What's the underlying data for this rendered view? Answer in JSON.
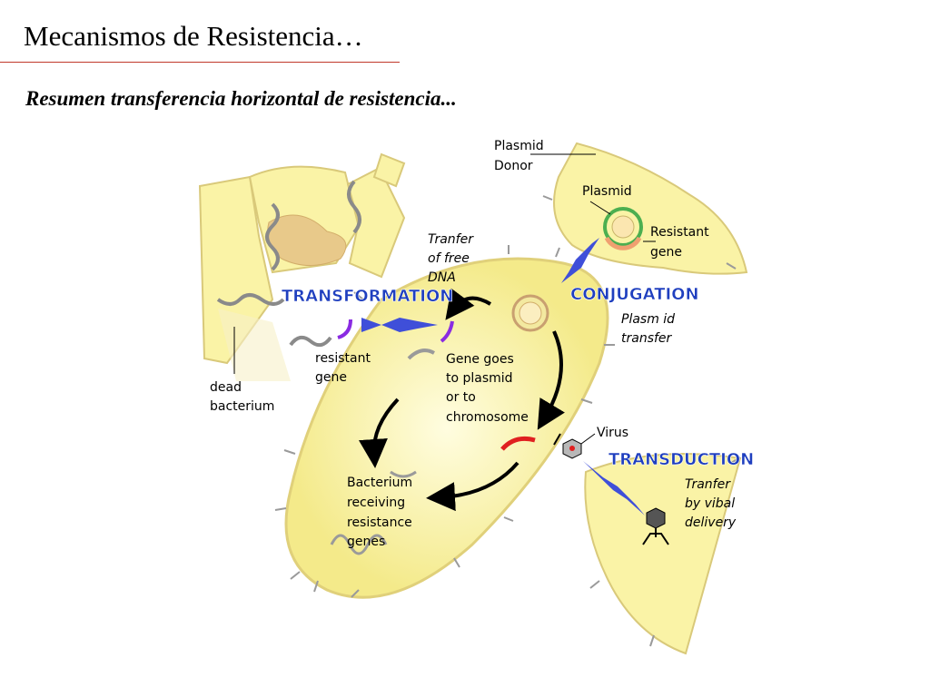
{
  "slide": {
    "title": "Mecanismos de Resistencia…",
    "subtitle": "Resumen transferencia horizontal de resistencia..."
  },
  "diagram": {
    "headings": {
      "transformation": "TRANSFORMATION",
      "conjugation": "CONJUGATION",
      "transduction": "TRANSDUCTION"
    },
    "labels": {
      "plasmid_donor_1": "Plasmid",
      "plasmid_donor_2": "Donor",
      "plasmid": "Plasmid",
      "resistant_gene_top_1": "Resistant",
      "resistant_gene_top_2": "gene",
      "free_dna_1": "Tranfer",
      "free_dna_2": "of free",
      "free_dna_3": "DNA",
      "plasmid_transfer_1": "Plasm id",
      "plasmid_transfer_2": "transfer",
      "resistant_gene_1": "resistant",
      "resistant_gene_2": "gene",
      "dead_bacterium_1": "dead",
      "dead_bacterium_2": "bacterium",
      "gene_goes_1": "Gene goes",
      "gene_goes_2": "to plasmid",
      "gene_goes_3": "or to",
      "gene_goes_4": "chromosome",
      "virus": "Virus",
      "viral_delivery_1": "Tranfer",
      "viral_delivery_2": "by vibal",
      "viral_delivery_3": "delivery",
      "receiving_1": "Bacterium",
      "receiving_2": "receiving",
      "receiving_3": "resistance",
      "receiving_4": "genes"
    },
    "colors": {
      "cell_fill": "#faf3a6",
      "cell_stroke": "#d9c97a",
      "heading_blue": "#1f3fbf",
      "arrow_blue": "#3f4fd9",
      "resistant_gene_purple": "#8a2be2",
      "resistant_gene_red": "#e02020",
      "plasmid_ring_green": "#4caf50",
      "dna_grey": "#8a8a8a"
    }
  }
}
